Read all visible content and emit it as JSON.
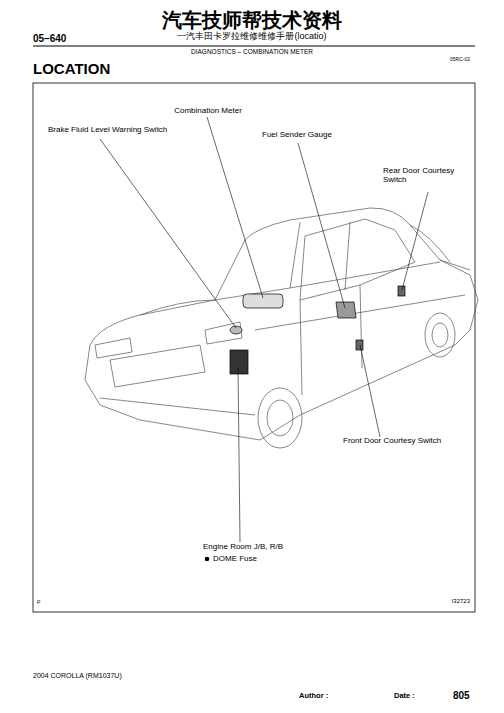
{
  "diagram": {
    "title": "LOCATION",
    "labels": [
      "汽车技师帮技术资料",
      "一汽丰田卡罗拉维修维修手册(locatio)",
      "05–640",
      "DIAGNOSTICS – COMBINATION METER",
      "05RC-02",
      "Combination Meter",
      "Brake Fluid Level Warning Switch",
      "Fuel Sender Gauge",
      "Rear Door Courtesy Switch",
      "Front Door Courtesy Switch",
      "Engine Room J/B, R/B",
      "DOME Fuse",
      "p",
      "I32723",
      "2004 COROLLA (RM1037U)",
      "Author :",
      "Date :",
      "805"
    ]
  }
}
